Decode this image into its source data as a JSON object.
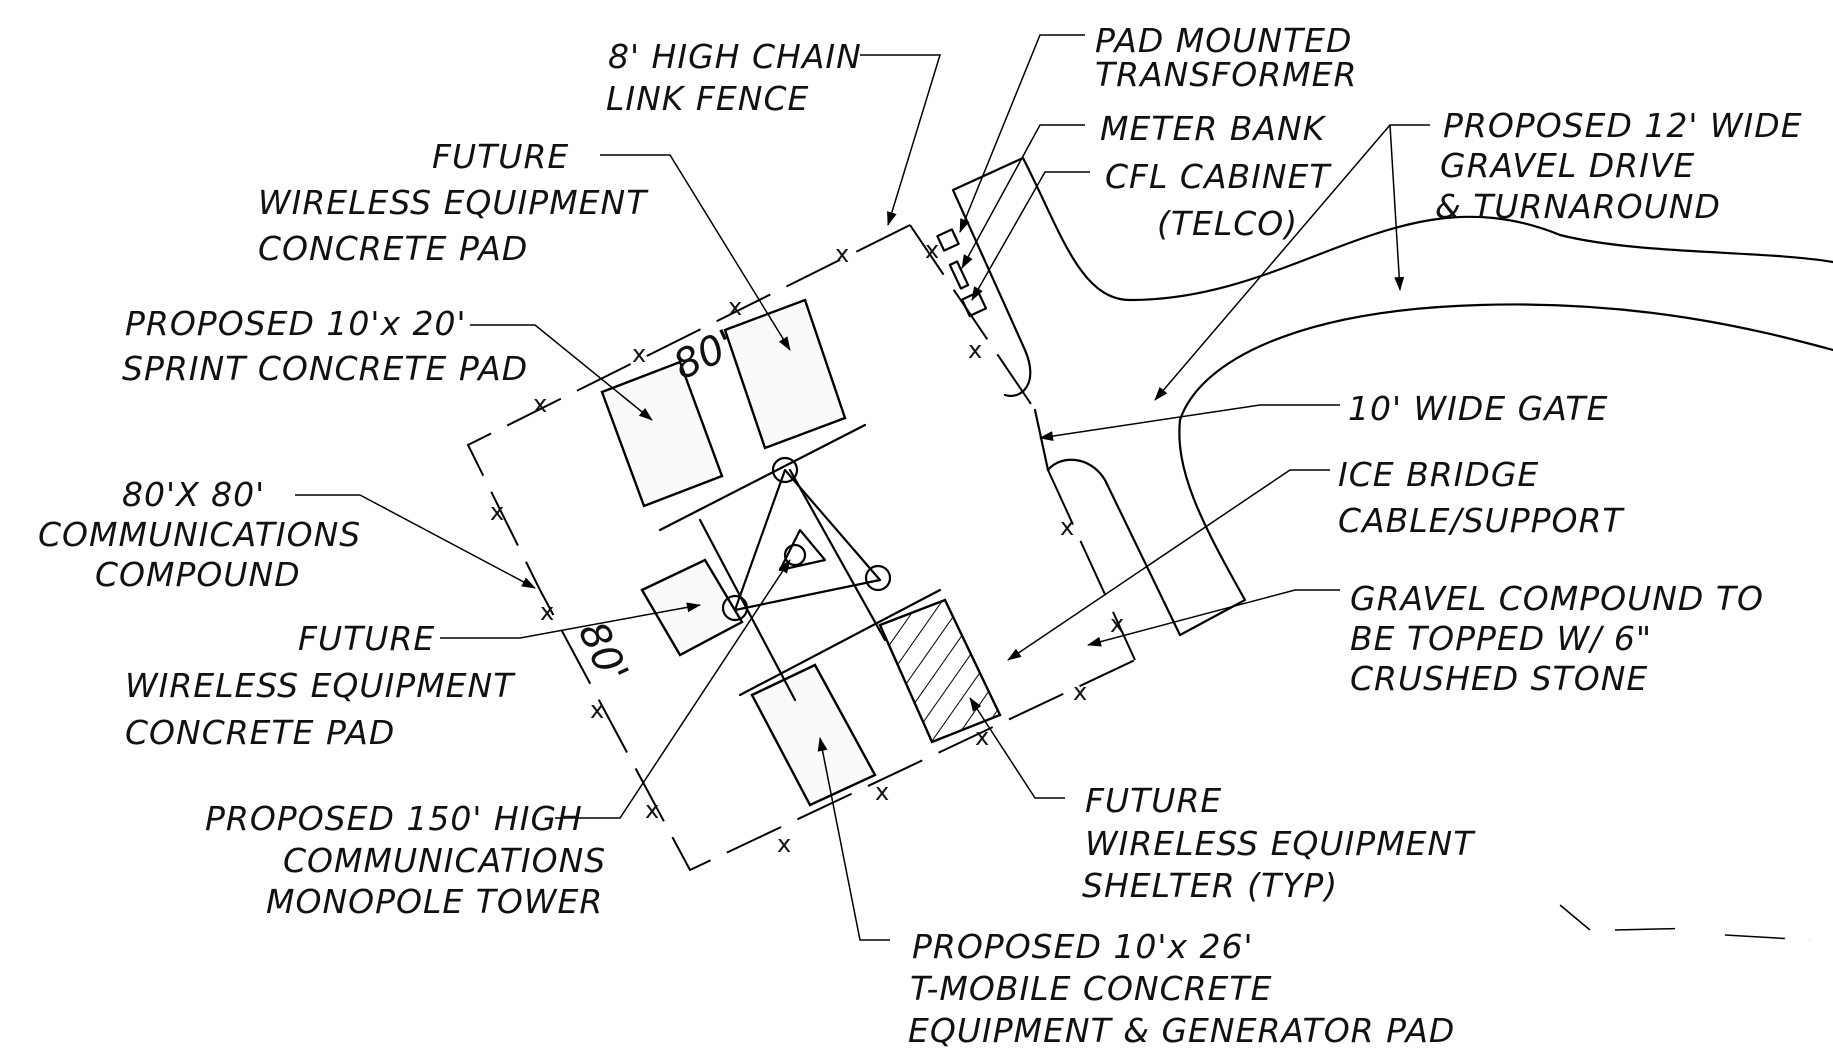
{
  "labels": {
    "fence_l1": "8' HIGH CHAIN",
    "fence_l2": "LINK FENCE",
    "future_pad_top_l1": "FUTURE",
    "future_pad_top_l2": "WIRELESS EQUIPMENT",
    "future_pad_top_l3": "CONCRETE PAD",
    "sprint_l1": "PROPOSED 10'x 20'",
    "sprint_l2": "SPRINT CONCRETE PAD",
    "compound_l1": "80'X 80'",
    "compound_l2": "COMMUNICATIONS",
    "compound_l3": "COMPOUND",
    "future_pad_left_l1": "FUTURE",
    "future_pad_left_l2": "WIRELESS EQUIPMENT",
    "future_pad_left_l3": "CONCRETE PAD",
    "tower_l1": "PROPOSED 150' HIGH",
    "tower_l2": "COMMUNICATIONS",
    "tower_l3": "MONOPOLE TOWER",
    "tmobile_l1": "PROPOSED 10'x 26'",
    "tmobile_l2": "T-MOBILE CONCRETE",
    "tmobile_l3": "EQUIPMENT & GENERATOR PAD",
    "shelter_l1": "FUTURE",
    "shelter_l2": "WIRELESS EQUIPMENT",
    "shelter_l3": "SHELTER (TYP)",
    "transformer_l1": "PAD MOUNTED",
    "transformer_l2": "TRANSFORMER",
    "meter": "METER BANK",
    "cfl_l1": "CFL CABINET",
    "cfl_l2": "(TELCO)",
    "drive_l1": "PROPOSED 12' WIDE",
    "drive_l2": "GRAVEL DRIVE",
    "drive_l3": "& TURNAROUND",
    "gate": "10' WIDE GATE",
    "ice_l1": "ICE BRIDGE",
    "ice_l2": "CABLE/SUPPORT",
    "gravel_l1": "GRAVEL COMPOUND TO",
    "gravel_l2": "BE TOPPED W/ 6\"",
    "gravel_l3": "CRUSHED STONE"
  },
  "dimensions": {
    "top": "80'",
    "left": "80'"
  },
  "fence_mark": "x"
}
